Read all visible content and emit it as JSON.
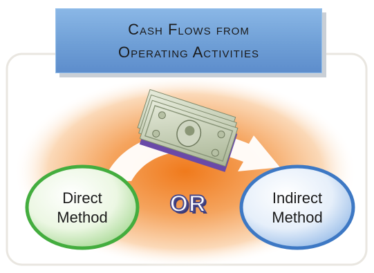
{
  "title": {
    "line1": "Cash Flows from",
    "line2": "Operating Activities"
  },
  "methods": {
    "direct": {
      "line1": "Direct",
      "line2": "Method"
    },
    "indirect": {
      "line1": "Indirect",
      "line2": "Method"
    }
  },
  "connector": "OR",
  "icons": [
    "money-bills-icon",
    "curved-arrow-icon"
  ],
  "colors": {
    "title_fill": "#6f9fd6",
    "direct_fill": "#43ad3e",
    "indirect_fill": "#3d78c4",
    "glow": "#f28a2c",
    "or_outline": "#4a4a8a"
  }
}
